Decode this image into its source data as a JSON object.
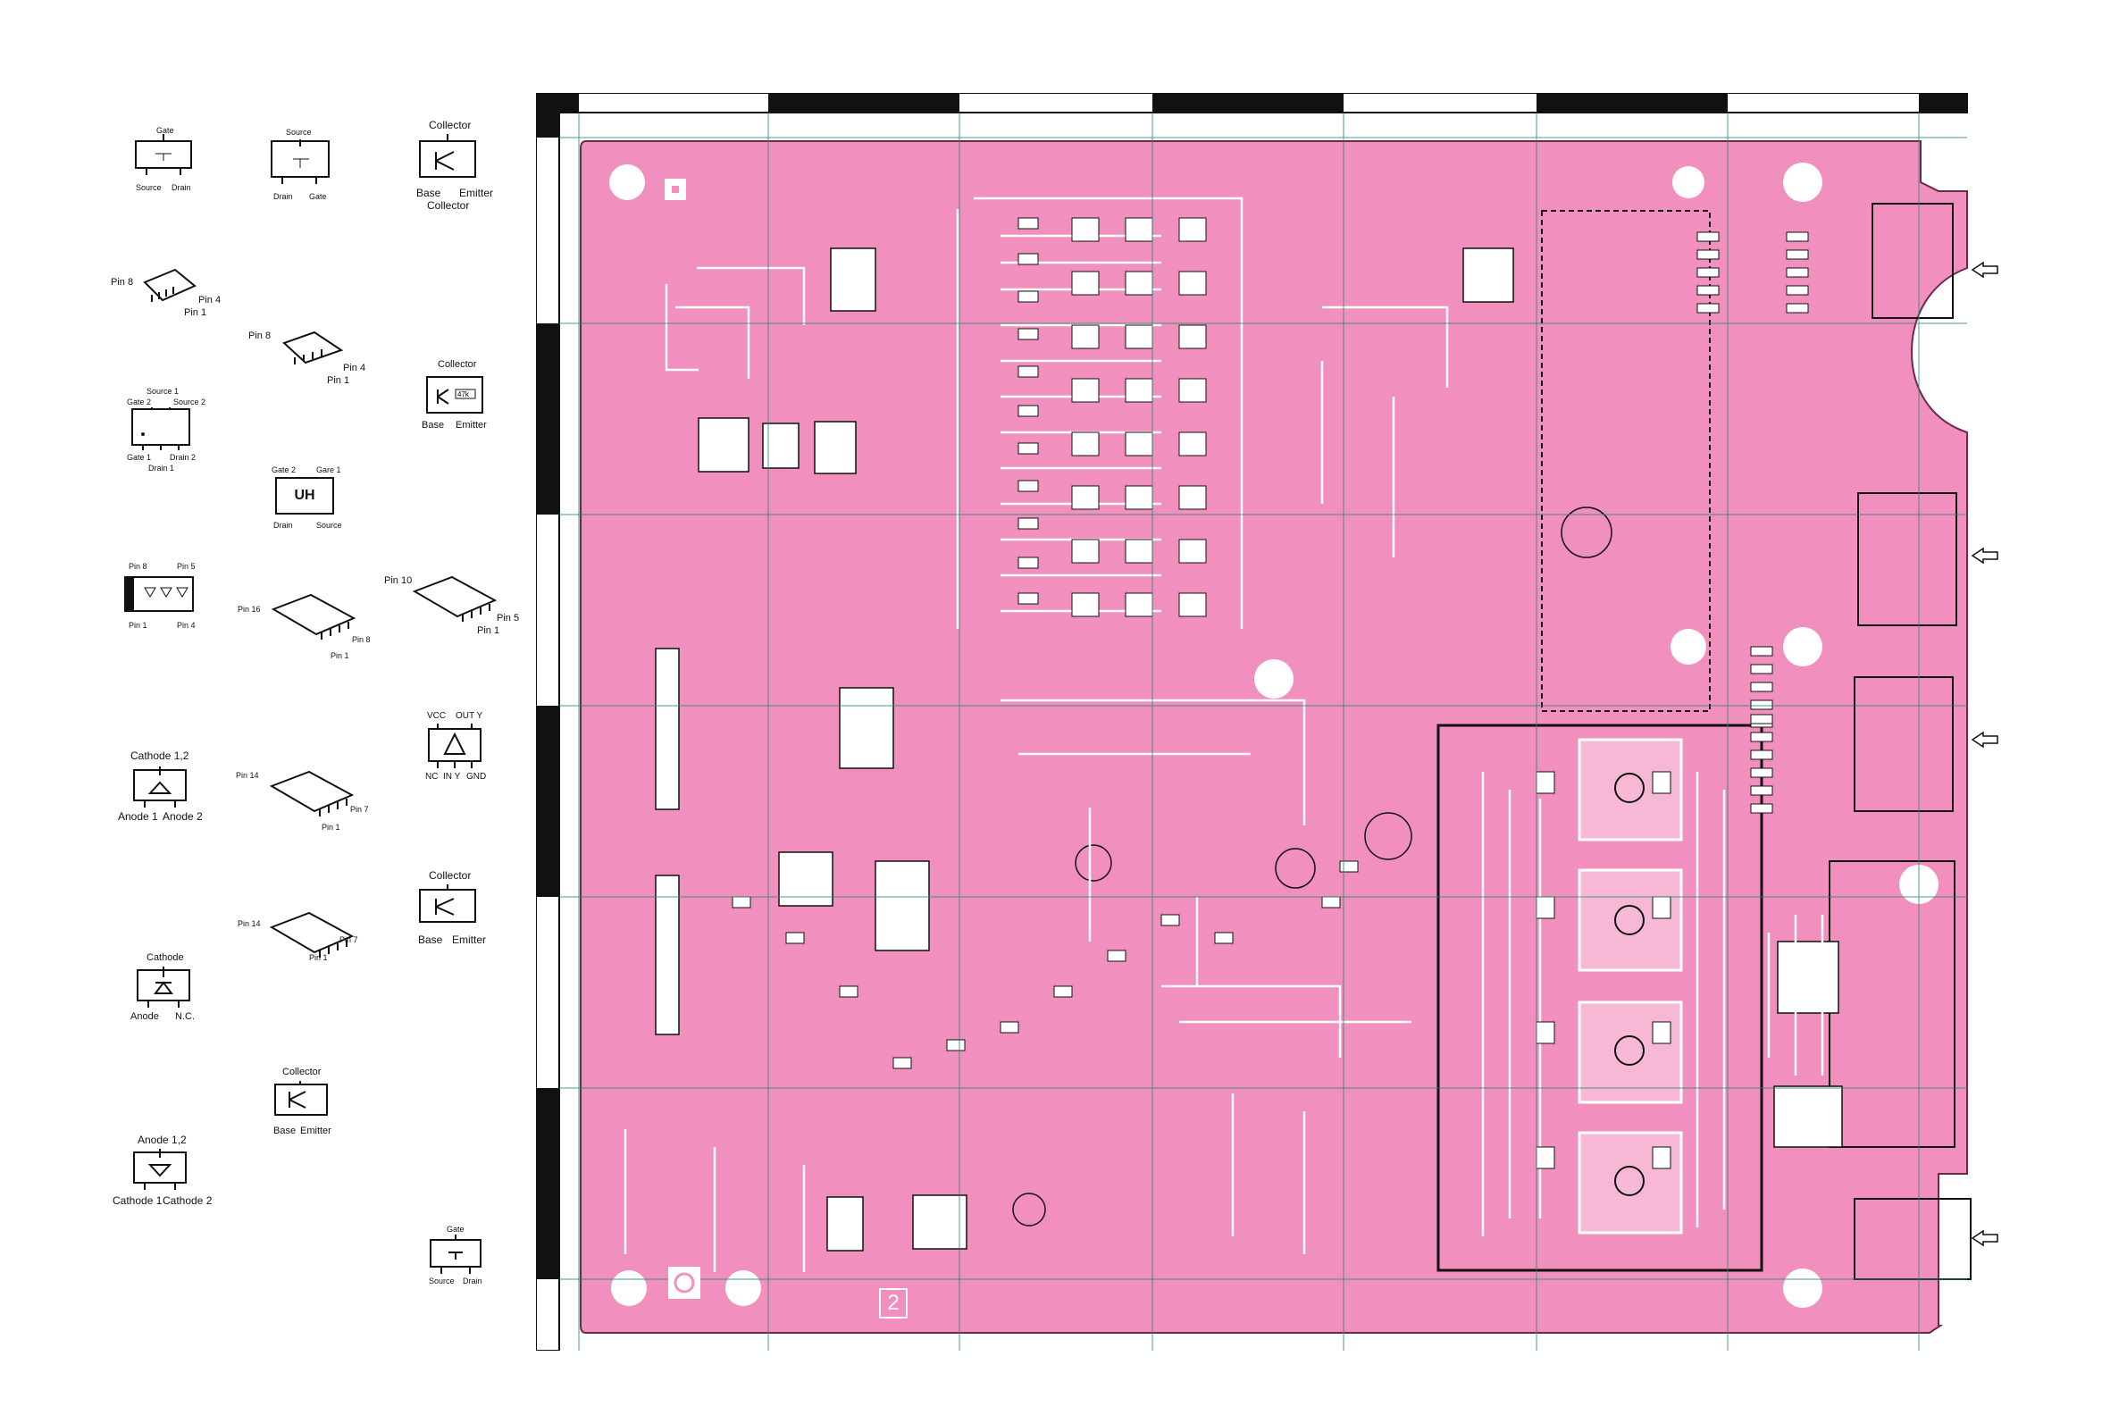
{
  "legend": {
    "sot_fet_a": {
      "gate": "Gate",
      "source": "Source",
      "drain": "Drain"
    },
    "sot_fet_b": {
      "source": "Source",
      "drain": "Drain",
      "gate": "Gate"
    },
    "transistor_a": {
      "collector_top": "Collector",
      "base": "Base",
      "emitter": "Emitter",
      "collector_bottom": "Collector"
    },
    "ic8_a": {
      "pin8": "Pin 8",
      "pin4": "Pin 4",
      "pin1": "Pin 1"
    },
    "ic8_b": {
      "pin8": "Pin 8",
      "pin4": "Pin 4",
      "pin1": "Pin 1"
    },
    "dual_fet": {
      "source1": "Source 1",
      "source2": "Source 2",
      "gate2": "Gate 2",
      "gate1": "Gate 1",
      "drain2": "Drain 2",
      "drain1": "Drain 1"
    },
    "digital_transistor": {
      "collector": "Collector",
      "resistor": "47k",
      "base": "Base",
      "emitter": "Emitter"
    },
    "uh_package": {
      "gate2": "Gate 2",
      "gate1": "Gare  1",
      "marking": "UH",
      "drain": "Drain",
      "source": "Source"
    },
    "ic6": {
      "pin8": "Pin 8",
      "pin5": "Pin 5",
      "pin1": "Pin 1",
      "pin4": "Pin 4"
    },
    "ic16": {
      "pin16": "Pin 16",
      "pin8": "Pin 8",
      "pin1": "Pin 1"
    },
    "ic10": {
      "pin10": "Pin 10",
      "pin5": "Pin 5",
      "pin1": "Pin 1"
    },
    "diode_pair_cc": {
      "cathode": "Cathode 1,2",
      "anode1": "Anode 1",
      "anode2": "Anode 2"
    },
    "ic14_a": {
      "pin14": "Pin 14",
      "pin7": "Pin 7",
      "pin1": "Pin 1"
    },
    "regulator": {
      "vcc": "VCC",
      "out": "OUT Y",
      "nc": "NC",
      "in": "IN Y",
      "gnd": "GND"
    },
    "transistor_b": {
      "collector": "Collector",
      "base": "Base",
      "emitter": "Emitter"
    },
    "ic14_b": {
      "pin14": "Pin 14",
      "pin7": "Pin 7",
      "pin1": "Pin 1"
    },
    "diode_single": {
      "cathode": "Cathode",
      "anode": "Anode",
      "nc": "N.C."
    },
    "transistor_c": {
      "collector": "Collector",
      "base": "Base",
      "emitter": "Emitter"
    },
    "diode_pair_ca": {
      "anode": "Anode 1,2",
      "cathode1": "Cathode 1",
      "cathode2": "Cathode 2"
    },
    "fet_small": {
      "gate": "Gate",
      "source": "Source",
      "drain": "Drain"
    }
  },
  "board": {
    "side_number": "2",
    "board_color": "#f18fbf",
    "frame_color": "#111111"
  }
}
